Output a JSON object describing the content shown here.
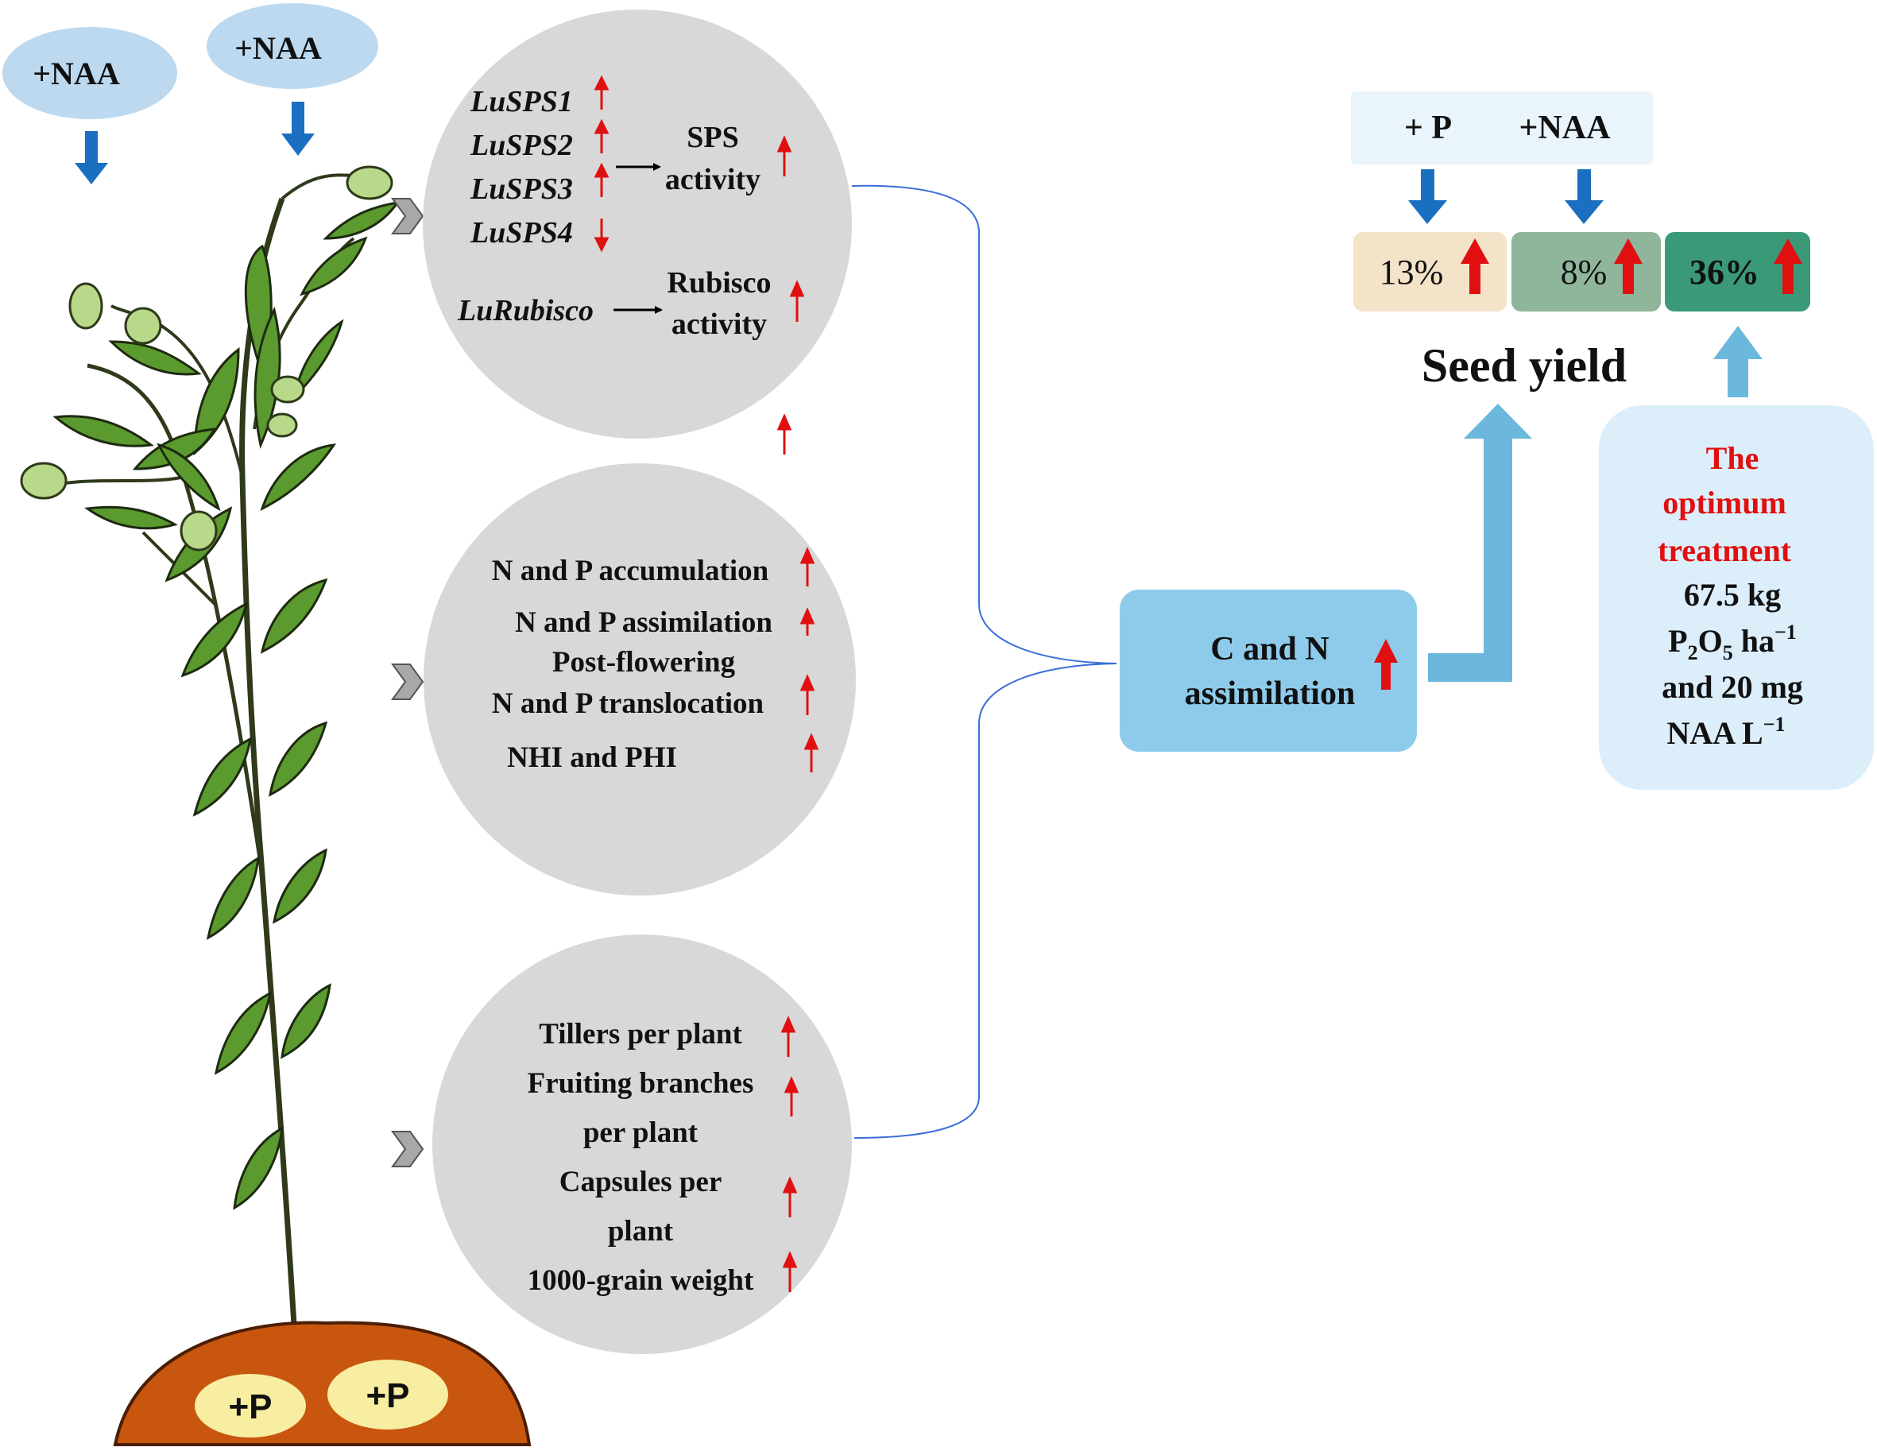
{
  "naa_labels": [
    "+NAA",
    "+NAA"
  ],
  "soil_labels": [
    "+P",
    "+P"
  ],
  "circle1": {
    "genes": [
      "LuSPS1",
      "LuSPS2",
      "LuSPS3",
      "LuSPS4"
    ],
    "sps_line1": "SPS",
    "sps_line2": "activity",
    "rubisco_gene": "LuRubisco",
    "rubisco_line1": "Rubisco",
    "rubisco_line2": "activity"
  },
  "circle2": {
    "lines": [
      "N and P accumulation",
      "N and P assimilation",
      "Post-flowering",
      "N and P translocation",
      "NHI and PHI"
    ]
  },
  "circle3": {
    "lines": [
      "Tillers per plant",
      "Fruiting  branches",
      "per plant",
      "Capsules per",
      "plant",
      "1000-grain  weight"
    ]
  },
  "cn_box": {
    "line1": "C and N",
    "line2": "assimilation"
  },
  "inputs": {
    "p": "+ P",
    "naa": "+NAA"
  },
  "yield_increases": [
    {
      "value": "13%",
      "color": "#f2e3c9"
    },
    {
      "value": "8%",
      "color": "#8fb59b"
    },
    {
      "value": "36%",
      "color": "#3a9a78"
    }
  ],
  "seed_yield": "Seed yield",
  "optimum": {
    "title_lines": [
      "The",
      "optimum",
      "treatment"
    ],
    "line1": "67.5 kg",
    "p2o5_p": "P",
    "p2o5_sub1": "2",
    "p2o5_o": "O",
    "p2o5_sub2": "5",
    "p2o5_unit": " ha",
    "p2o5_sup": "−1",
    "line3": "and 20 mg",
    "naa_unit": "NAA  L",
    "naa_sup": "−1"
  },
  "colors": {
    "red_arrow": "#e01010",
    "blue_arrow": "#1a6fc0",
    "light_blue_arrow": "#6bb8dc",
    "circle_fill": "#d8d8d8",
    "soil": "#c8560e",
    "soil_spot": "#f7eea2",
    "naa_ellipse": "#bcd9f0",
    "cn_box": "#8ecbeb",
    "optimum_box": "#dceefa",
    "title_red": "#e01010"
  }
}
